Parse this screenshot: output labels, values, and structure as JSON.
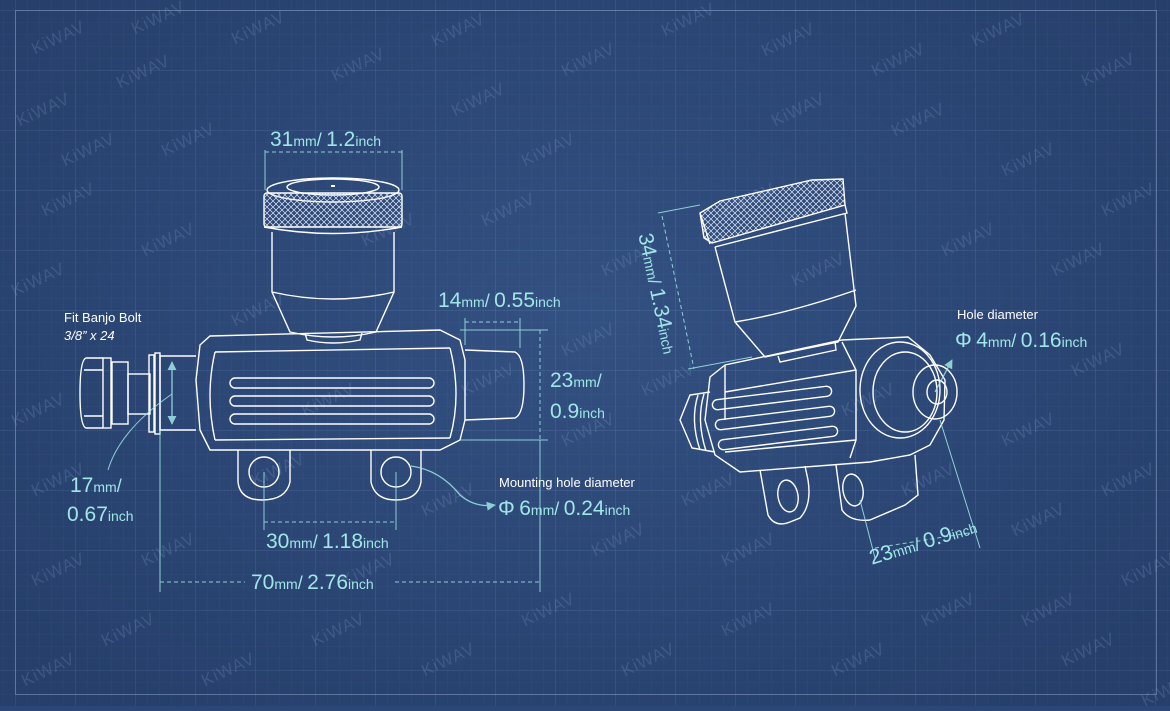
{
  "watermark": "KiWAV",
  "colors": {
    "background": "#2c4877",
    "line": "#ffffff",
    "dimension_text": "#9fe6e6",
    "label_text": "#ffffff"
  },
  "front_view": {
    "cap_width": {
      "num": "31",
      "unit_mm": "mm",
      "sep": "/",
      "inch_num": "1.2",
      "unit_in": "inch"
    },
    "banjo_label": {
      "line1": "Fit Banjo Bolt",
      "line2": "3/8” x 24"
    },
    "outlet_width": {
      "num": "14",
      "unit_mm": "mm",
      "sep": "/",
      "inch_num": "0.55",
      "unit_in": "inch"
    },
    "body_height": {
      "num": "23",
      "unit_mm": "mm",
      "sep": "/",
      "inch_num": "0.9",
      "unit_in": "inch"
    },
    "banjo_dia": {
      "num": "17",
      "unit_mm": "mm",
      "sep": "/",
      "inch_num": "0.67",
      "unit_in": "inch"
    },
    "mount_hole": {
      "label": "Mounting hole diameter",
      "symbol": "Φ",
      "num": "6",
      "unit_mm": "mm",
      "sep": "/",
      "inch_num": "0.24",
      "unit_in": "inch"
    },
    "mount_spacing": {
      "num": "30",
      "unit_mm": "mm",
      "sep": "/",
      "inch_num": "1.18",
      "unit_in": "inch"
    },
    "total_length": {
      "num": "70",
      "unit_mm": "mm",
      "sep": "/",
      "inch_num": "2.76",
      "unit_in": "inch"
    }
  },
  "iso_view": {
    "reservoir_height": {
      "num": "34",
      "unit_mm": "mm",
      "sep": "/",
      "inch_num": "1.34",
      "unit_in": "inch"
    },
    "hole": {
      "label": "Hole diameter",
      "symbol": "Φ",
      "num": "4",
      "unit_mm": "mm",
      "sep": "/",
      "inch_num": "0.16",
      "unit_in": "inch"
    },
    "body_depth": {
      "num": "23",
      "unit_mm": "mm",
      "sep": "/",
      "inch_num": "0.9",
      "unit_in": "inch"
    }
  }
}
